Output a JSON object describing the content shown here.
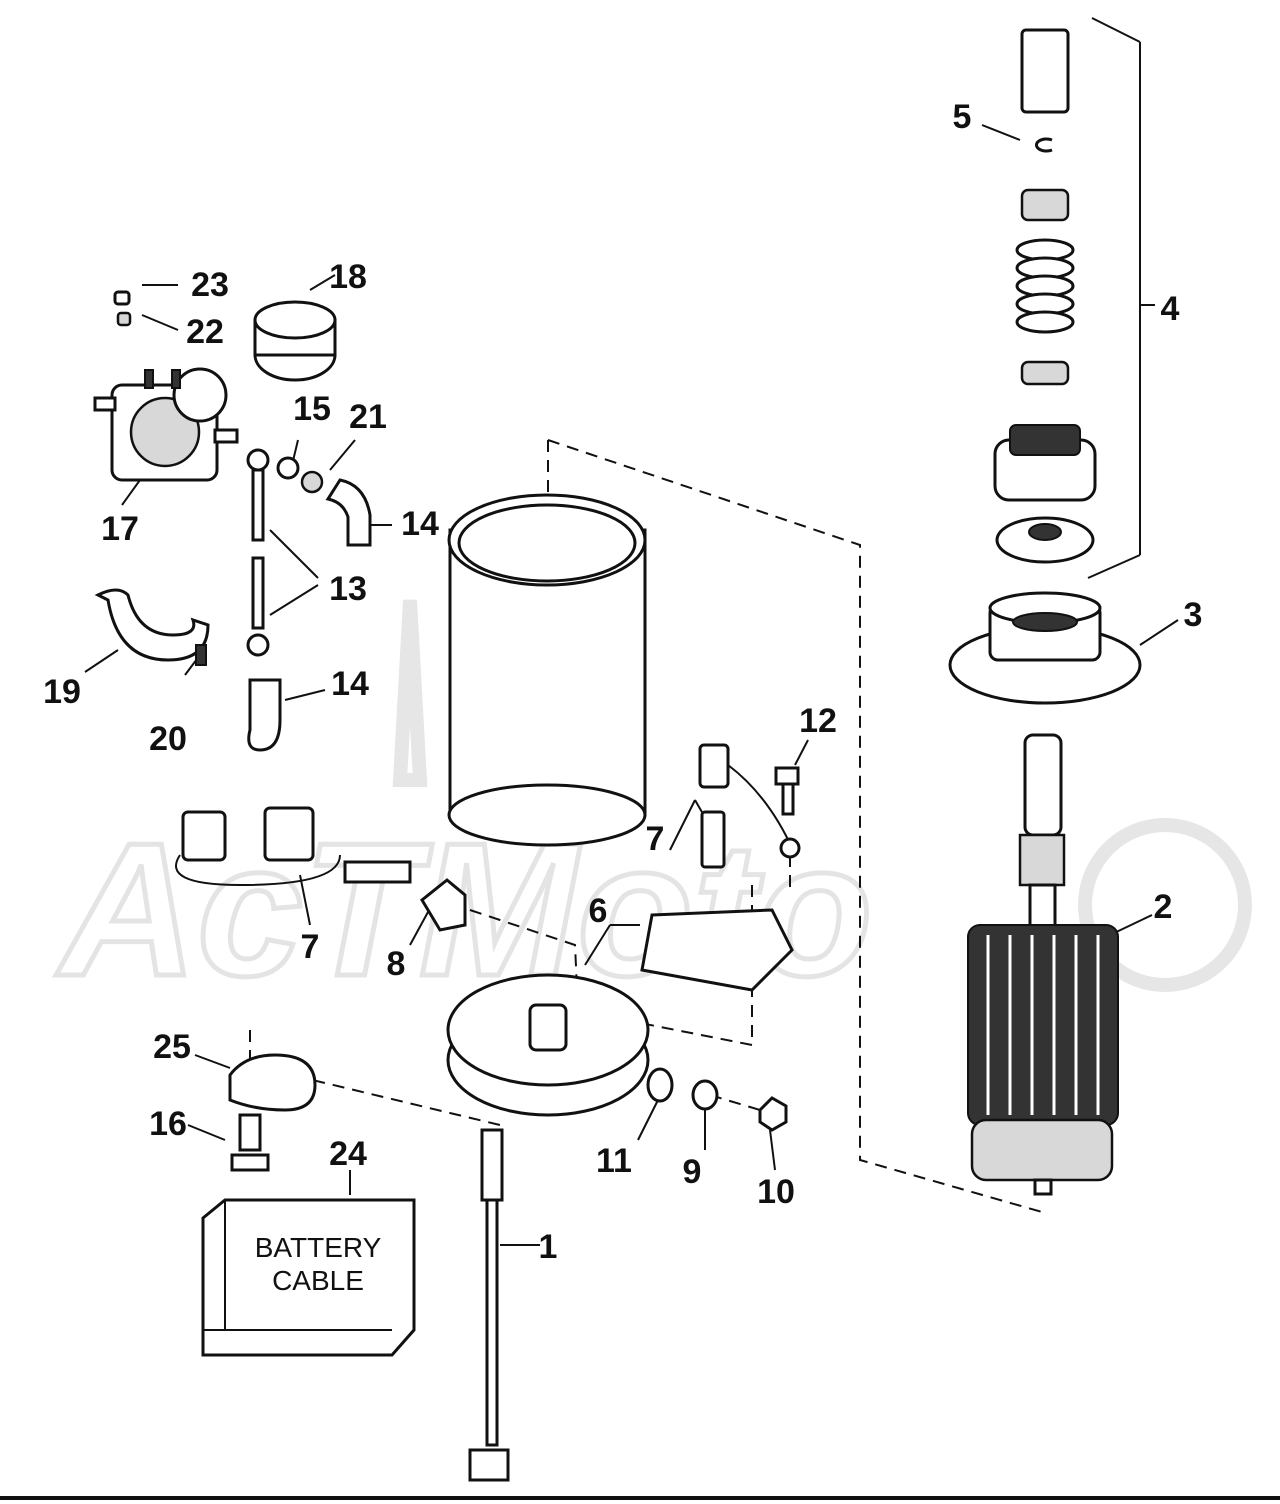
{
  "diagram": {
    "watermark_text": "AcTMoto",
    "box_label_line1": "BATTERY",
    "box_label_line2": "CABLE",
    "callouts": [
      {
        "id": "c1",
        "label": "1"
      },
      {
        "id": "c2",
        "label": "2"
      },
      {
        "id": "c3",
        "label": "3"
      },
      {
        "id": "c4",
        "label": "4"
      },
      {
        "id": "c5",
        "label": "5"
      },
      {
        "id": "c6",
        "label": "6"
      },
      {
        "id": "c7a",
        "label": "7"
      },
      {
        "id": "c7b",
        "label": "7"
      },
      {
        "id": "c8",
        "label": "8"
      },
      {
        "id": "c9",
        "label": "9"
      },
      {
        "id": "c10",
        "label": "10"
      },
      {
        "id": "c11",
        "label": "11"
      },
      {
        "id": "c12",
        "label": "12"
      },
      {
        "id": "c13",
        "label": "13"
      },
      {
        "id": "c14a",
        "label": "14"
      },
      {
        "id": "c14b",
        "label": "14"
      },
      {
        "id": "c15",
        "label": "15"
      },
      {
        "id": "c16",
        "label": "16"
      },
      {
        "id": "c17",
        "label": "17"
      },
      {
        "id": "c18",
        "label": "18"
      },
      {
        "id": "c19",
        "label": "19"
      },
      {
        "id": "c20",
        "label": "20"
      },
      {
        "id": "c21",
        "label": "21"
      },
      {
        "id": "c22",
        "label": "22"
      },
      {
        "id": "c23",
        "label": "23"
      },
      {
        "id": "c24",
        "label": "24"
      },
      {
        "id": "c25",
        "label": "25"
      }
    ]
  }
}
